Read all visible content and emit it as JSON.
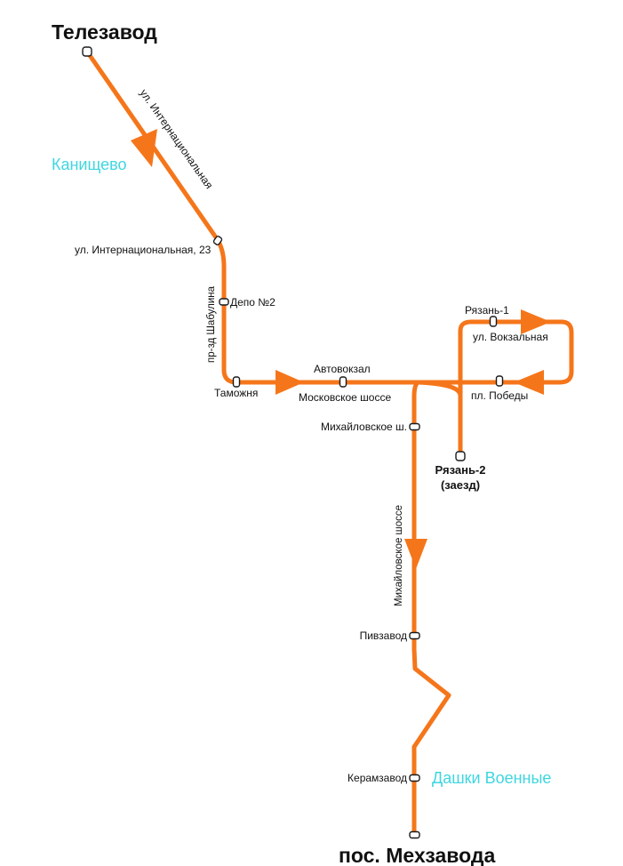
{
  "map": {
    "route_color": "#f5761a",
    "district_color": "#3fd6e0",
    "terminals": {
      "start": "Телезавод",
      "end": "пос. Мехзавода",
      "loop_end_line1": "Рязань-2",
      "loop_end_line2": "(заезд)"
    },
    "districts": {
      "kanishchevo": "Канищево",
      "dashki": "Дашки Военные"
    },
    "streets": {
      "internatsionalnaya": "ул. Интернациональная",
      "shabulina": "пр-зд Шабулина",
      "moskovskoe": "Московское шоссе",
      "mikhaylovskoe": "Михайловское шоссе",
      "vokzalnaya": "ул. Вокзальная"
    },
    "stops": {
      "internatsionalnaya_23": "ул. Интернациональная, 23",
      "depo_2": "Депо №2",
      "tamozhnya": "Таможня",
      "avtovokzal": "Автовокзал",
      "ryazan_1": "Рязань-1",
      "pl_pobedy": "пл. Победы",
      "mikhaylovskoe_sh": "Михайловское ш.",
      "pivzavod": "Пивзавод",
      "keramzavod": "Керамзавод"
    }
  }
}
